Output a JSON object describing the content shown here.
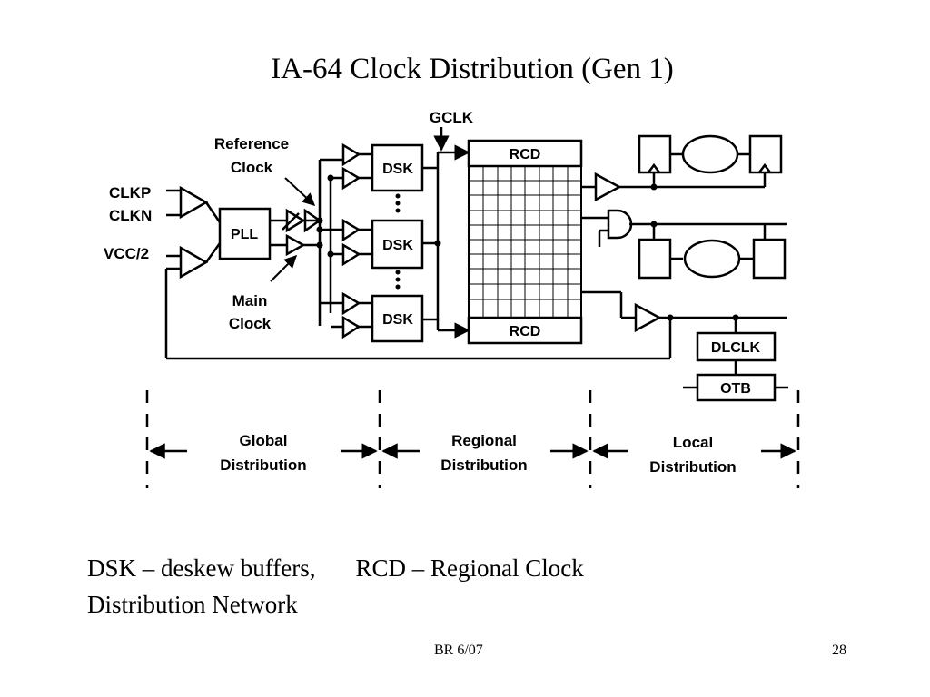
{
  "title": "IA-64 Clock Distribution (Gen 1)",
  "diagram": {
    "inputs": {
      "clkp": "CLKP",
      "clkn": "CLKN",
      "vcc2": "VCC/2"
    },
    "pll": "PLL",
    "gclk": "GCLK",
    "reference_clock": [
      "Reference",
      "Clock"
    ],
    "main_clock": [
      "Main",
      "Clock"
    ],
    "dsk": [
      "DSK",
      "DSK",
      "DSK"
    ],
    "rcd": [
      "RCD",
      "RCD"
    ],
    "dlclk": "DLCLK",
    "otb": "OTB",
    "zones": [
      {
        "line1": "Global",
        "line2": "Distribution"
      },
      {
        "line1": "Regional",
        "line2": "Distribution"
      },
      {
        "line1": "Local",
        "line2": "Distribution"
      }
    ]
  },
  "caption": {
    "dsk_def": "DSK – deskew buffers,",
    "rcd_def": "RCD – Regional Clock",
    "rcd_def_cont": "Distribution Network"
  },
  "footer": {
    "center": "BR 6/07",
    "page": "28"
  }
}
